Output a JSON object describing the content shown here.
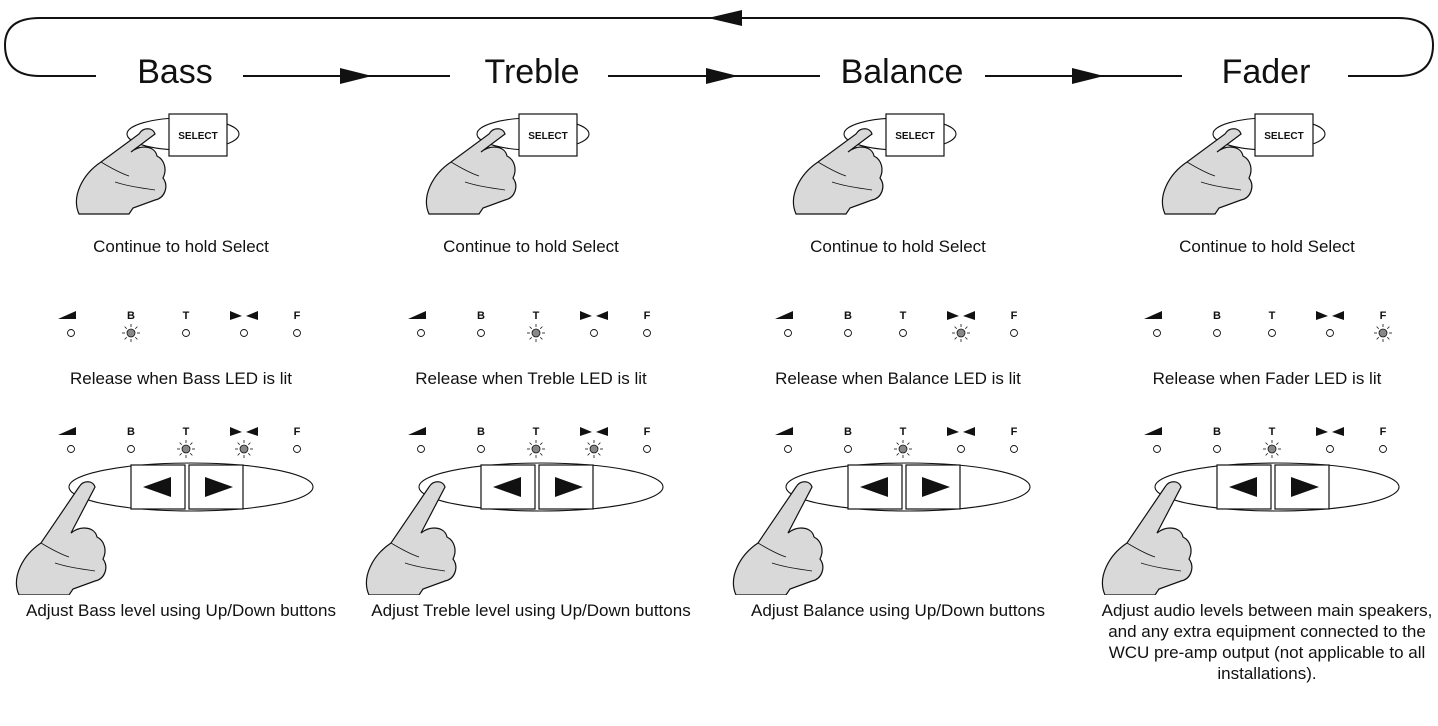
{
  "modes": [
    {
      "title": "Bass",
      "hold_caption": "Continue to hold Select",
      "select_button_label": "SELECT",
      "release_caption": "Release when Bass LED is lit",
      "release_lit": [
        false,
        true,
        false,
        false,
        false
      ],
      "adjust_lit": [
        false,
        false,
        true,
        true,
        false
      ],
      "adjust_caption": "Adjust Bass level using Up/Down buttons"
    },
    {
      "title": "Treble",
      "hold_caption": "Continue to hold Select",
      "select_button_label": "SELECT",
      "release_caption": "Release when Treble LED is lit",
      "release_lit": [
        false,
        false,
        true,
        false,
        false
      ],
      "adjust_lit": [
        false,
        false,
        true,
        true,
        false
      ],
      "adjust_caption": "Adjust Treble level using Up/Down buttons"
    },
    {
      "title": "Balance",
      "hold_caption": "Continue to hold Select",
      "select_button_label": "SELECT",
      "release_caption": "Release when Balance LED is lit",
      "release_lit": [
        false,
        false,
        false,
        true,
        false
      ],
      "adjust_lit": [
        false,
        false,
        true,
        false,
        false
      ],
      "adjust_caption": "Adjust Balance using Up/Down buttons"
    },
    {
      "title": "Fader",
      "hold_caption": "Continue to hold Select",
      "select_button_label": "SELECT",
      "release_caption": "Release when Fader LED is lit",
      "release_lit": [
        false,
        false,
        false,
        false,
        true
      ],
      "adjust_lit": [
        false,
        false,
        true,
        false,
        false
      ],
      "adjust_caption": "Adjust audio levels between main speakers, and any extra equipment connected to the WCU pre-amp output (not applicable to all installations)."
    }
  ],
  "led_labels": [
    "volume-wedge",
    "B",
    "T",
    "balance-bowtie",
    "F"
  ],
  "colors": {
    "ink": "#111111",
    "hand_fill": "#d9d9d9",
    "led_lit": "#888888"
  }
}
